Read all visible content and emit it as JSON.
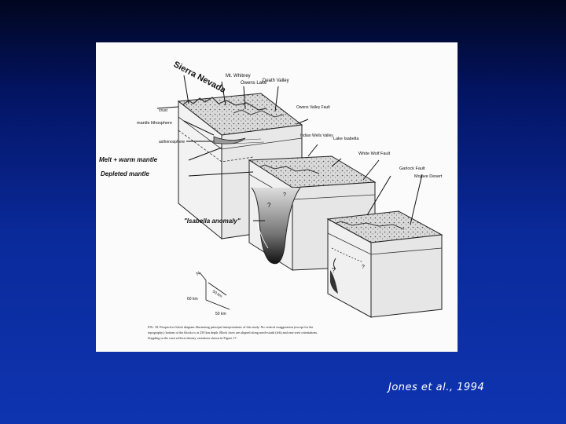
{
  "slide": {
    "citation": "Jones et al., 1994",
    "colors": {
      "background_top": "#01061f",
      "background_bottom": "#0f34b0",
      "figure_bg": "#fbfbfb"
    }
  },
  "figure": {
    "labels": {
      "sierra_nevada": "Sierra Nevada",
      "mt_whitney": "Mt. Whitney",
      "owens_lake": "Owens Lake",
      "death_valley": "Death Valley",
      "owens_valley_fault": "Owens Valley Fault",
      "indian_wells_valley": "Indian Wells Valley",
      "lake_isabella": "Lake Isabella",
      "white_wolf_fault": "White Wolf Fault",
      "garlock_fault": "Garlock Fault",
      "mojave_desert": "Mojave Desert",
      "crust": "crust",
      "mantle_lithosphere": "mantle lithosphere",
      "asthenosphere": "asthenosphere",
      "melt_warm_mantle": "Melt + warm mantle",
      "depleted_mantle": "Depleted mantle",
      "isabella_anomaly": "\"Isabella anomaly\"",
      "question_mark": "?",
      "north_arrow": "N",
      "scale_50km_a": "50 km",
      "scale_50km_b": "50 km",
      "scale_60km": "60 km"
    },
    "caption": {
      "line1": "FIG. 18. Perspective block diagram illustrating principal interpretations of this study. No vertical exaggeration (except for the",
      "line2": "topography); bottom of the blocks is at 250 km depth. Block faces are aligned along north-south (left) and east-west orientations.",
      "line3": "Stippling in the crust reflects density variations shown in Figure 17."
    }
  }
}
